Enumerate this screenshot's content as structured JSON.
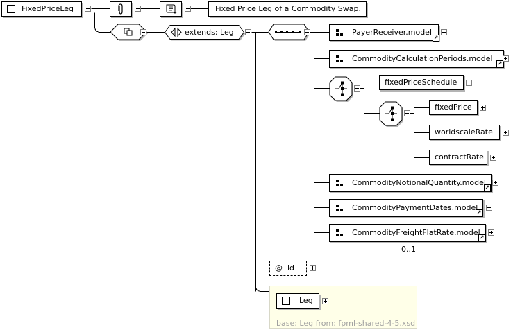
{
  "root": {
    "label": "FixedPriceLeg"
  },
  "annotation": {
    "text": "Fixed Price Leg of a Commodity Swap."
  },
  "extension": {
    "label": "extends: Leg"
  },
  "sequence_children": [
    {
      "label": "PayerReceiver.model"
    },
    {
      "label": "CommodityCalculationPeriods.model"
    }
  ],
  "choice_children": {
    "first": {
      "label": "fixedPriceSchedule"
    },
    "nested": [
      {
        "label": "fixedPrice"
      },
      {
        "label": "worldscaleRate"
      },
      {
        "label": "contractRate"
      }
    ]
  },
  "sequence_tail": [
    {
      "label": "CommodityNotionalQuantity.model"
    },
    {
      "label": "CommodityPaymentDates.model"
    },
    {
      "label": "CommodityFreightFlatRate.model"
    }
  ],
  "occurrence": {
    "text": "0..1"
  },
  "attribute": {
    "label": "id",
    "symbol": "@"
  },
  "base_type": {
    "label": "Leg",
    "footer": "base: Leg from: fpml-shared-4-5.xsd"
  }
}
